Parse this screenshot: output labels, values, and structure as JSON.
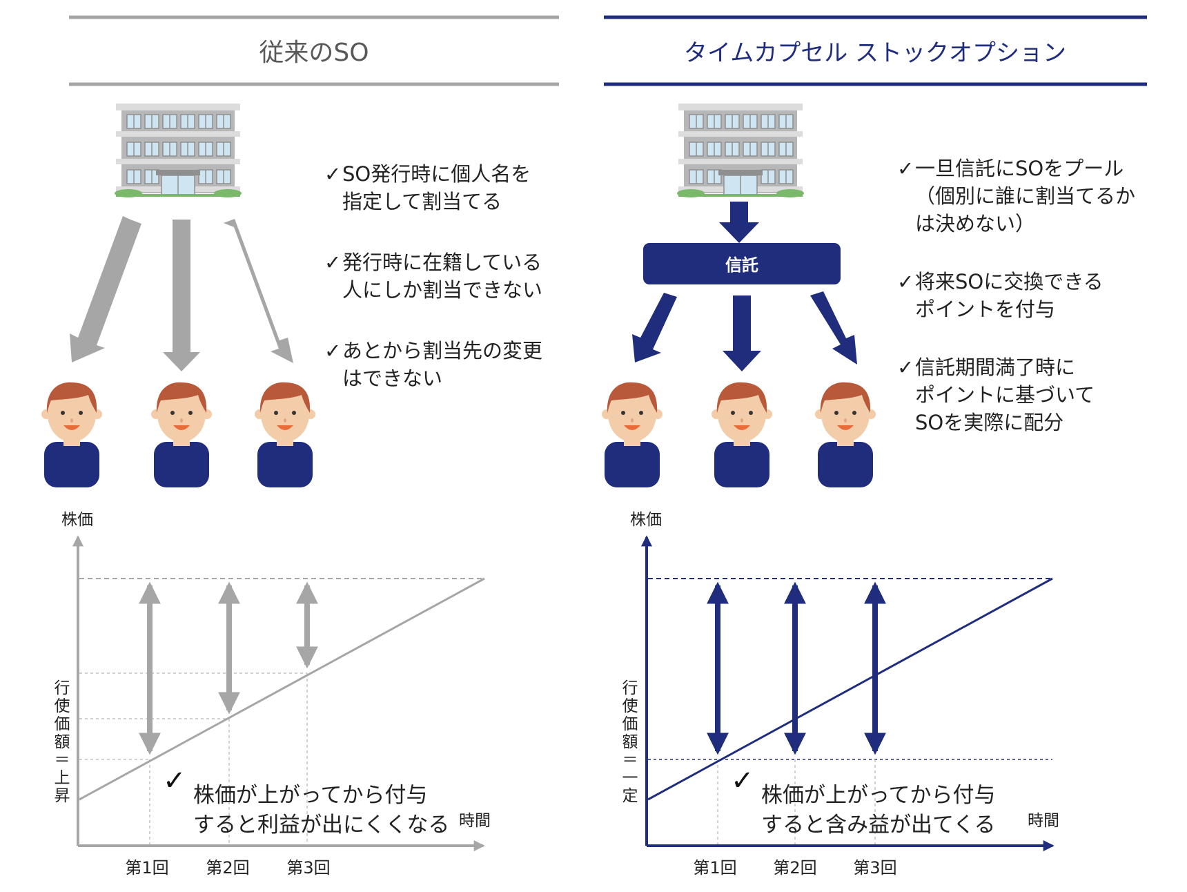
{
  "colors": {
    "left_accent": "#a6a6a6",
    "left_title_text": "#595959",
    "right_accent": "#1f2d7c",
    "person_body": "#1f2d7c",
    "person_hair": "#b85a3a",
    "person_skin": "#f3ccaa",
    "building_wall": "#b7b7b7",
    "building_window": "#cfe6f2",
    "shrub": "#7ab86a"
  },
  "icons": {
    "building": "building-icon",
    "person": "person-icon",
    "check": "check-mark"
  },
  "left": {
    "title": "従来のSO",
    "bullets": [
      {
        "mark": "✓",
        "lines": [
          "SO発行時に個人名を",
          "指定して割当てる"
        ]
      },
      {
        "mark": "✓",
        "lines": [
          "発行時に在籍している",
          "人にしか割当できない"
        ]
      },
      {
        "mark": "✓",
        "lines": [
          "あとから割当先の変更",
          "はできない"
        ]
      }
    ],
    "chart": {
      "y_axis_label": "株価",
      "x_axis_label": "時間",
      "strike_label": "行使価額＝上昇",
      "rounds": [
        "第1回",
        "第2回",
        "第3回"
      ],
      "note": {
        "mark": "✓",
        "lines": [
          "株価が上がってから付与",
          "すると利益が出にくくなる"
        ]
      }
    }
  },
  "right": {
    "title": "タイムカプセル ストックオプション",
    "trust_label": "信託",
    "bullets": [
      {
        "mark": "✓",
        "lines": [
          "一旦信託にSOをプール",
          "（個別に誰に割当てるか",
          "は決めない）"
        ]
      },
      {
        "mark": "✓",
        "lines": [
          "将来SOに交換できる",
          "ポイントを付与"
        ]
      },
      {
        "mark": "✓",
        "lines": [
          "信託期間満了時に",
          "ポイントに基づいて",
          "SOを実際に配分"
        ]
      }
    ],
    "chart": {
      "y_axis_label": "株価",
      "x_axis_label": "時間",
      "strike_label": "行使価額＝一定",
      "rounds": [
        "第1回",
        "第2回",
        "第3回"
      ],
      "note": {
        "mark": "✓",
        "lines": [
          "株価が上がってから付与",
          "すると含み益が出てくる"
        ]
      }
    }
  }
}
